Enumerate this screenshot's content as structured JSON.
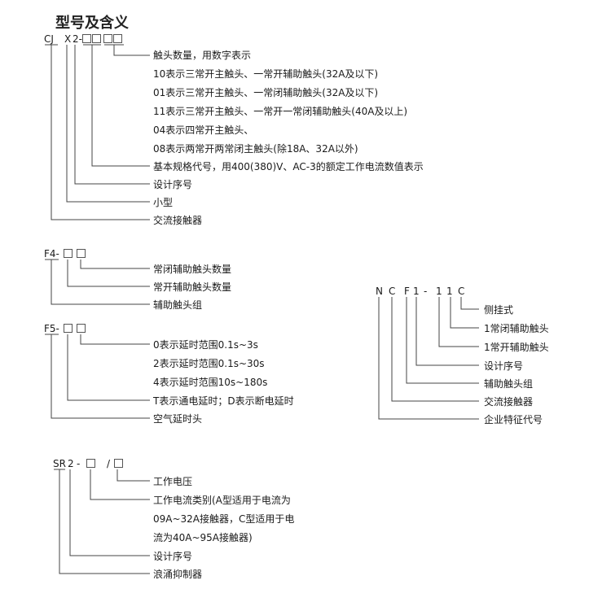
{
  "title": "型号及含义",
  "cj": {
    "p1": "CJ",
    "p2": "X",
    "p3": "2-",
    "items": [
      "触头数量，用数字表示",
      "10表示三常开主触头、一常开辅助触头(32A及以下)",
      "01表示三常开主触头、一常闭辅助触头(32A及以下)",
      "11表示三常开主触头、一常开一常闭辅助触头(40A及以上)",
      "04表示四常开主触头、",
      "08表示两常开两常闭主触头(除18A、32A以外)",
      "基本规格代号，用400(380)V、AC-3的额定工作电流数值表示",
      "设计序号",
      "小型",
      "交流接触器"
    ]
  },
  "f4": {
    "prefix": "F4-",
    "items": [
      "常闭辅助触头数量",
      "常开辅助触头数量",
      "辅助触头组"
    ]
  },
  "f5": {
    "prefix": "F5-",
    "items": [
      "0表示延时范围0.1s~3s",
      "2表示延时范围0.1s~30s",
      "4表示延时范围10s~180s",
      "T表示通电延时；D表示断电延时",
      "空气延时头"
    ]
  },
  "ncf": {
    "chars": [
      "N",
      "C",
      "F",
      "1",
      "-",
      "1",
      "1",
      "C"
    ],
    "items": [
      "侧挂式",
      "1常闭辅助触头",
      "1常开辅助触头",
      "设计序号",
      "辅助触头组",
      "交流接触器",
      "企业特征代号"
    ]
  },
  "sr": {
    "p1": "SR",
    "p2": "2",
    "p3": "-",
    "p4": "/",
    "items": [
      "工作电压",
      "工作电流类别(A型适用于电流为",
      "09A~32A接触器，C型适用于电",
      "流为40A~95A接触器)",
      "设计序号",
      "浪涌抑制器"
    ]
  }
}
